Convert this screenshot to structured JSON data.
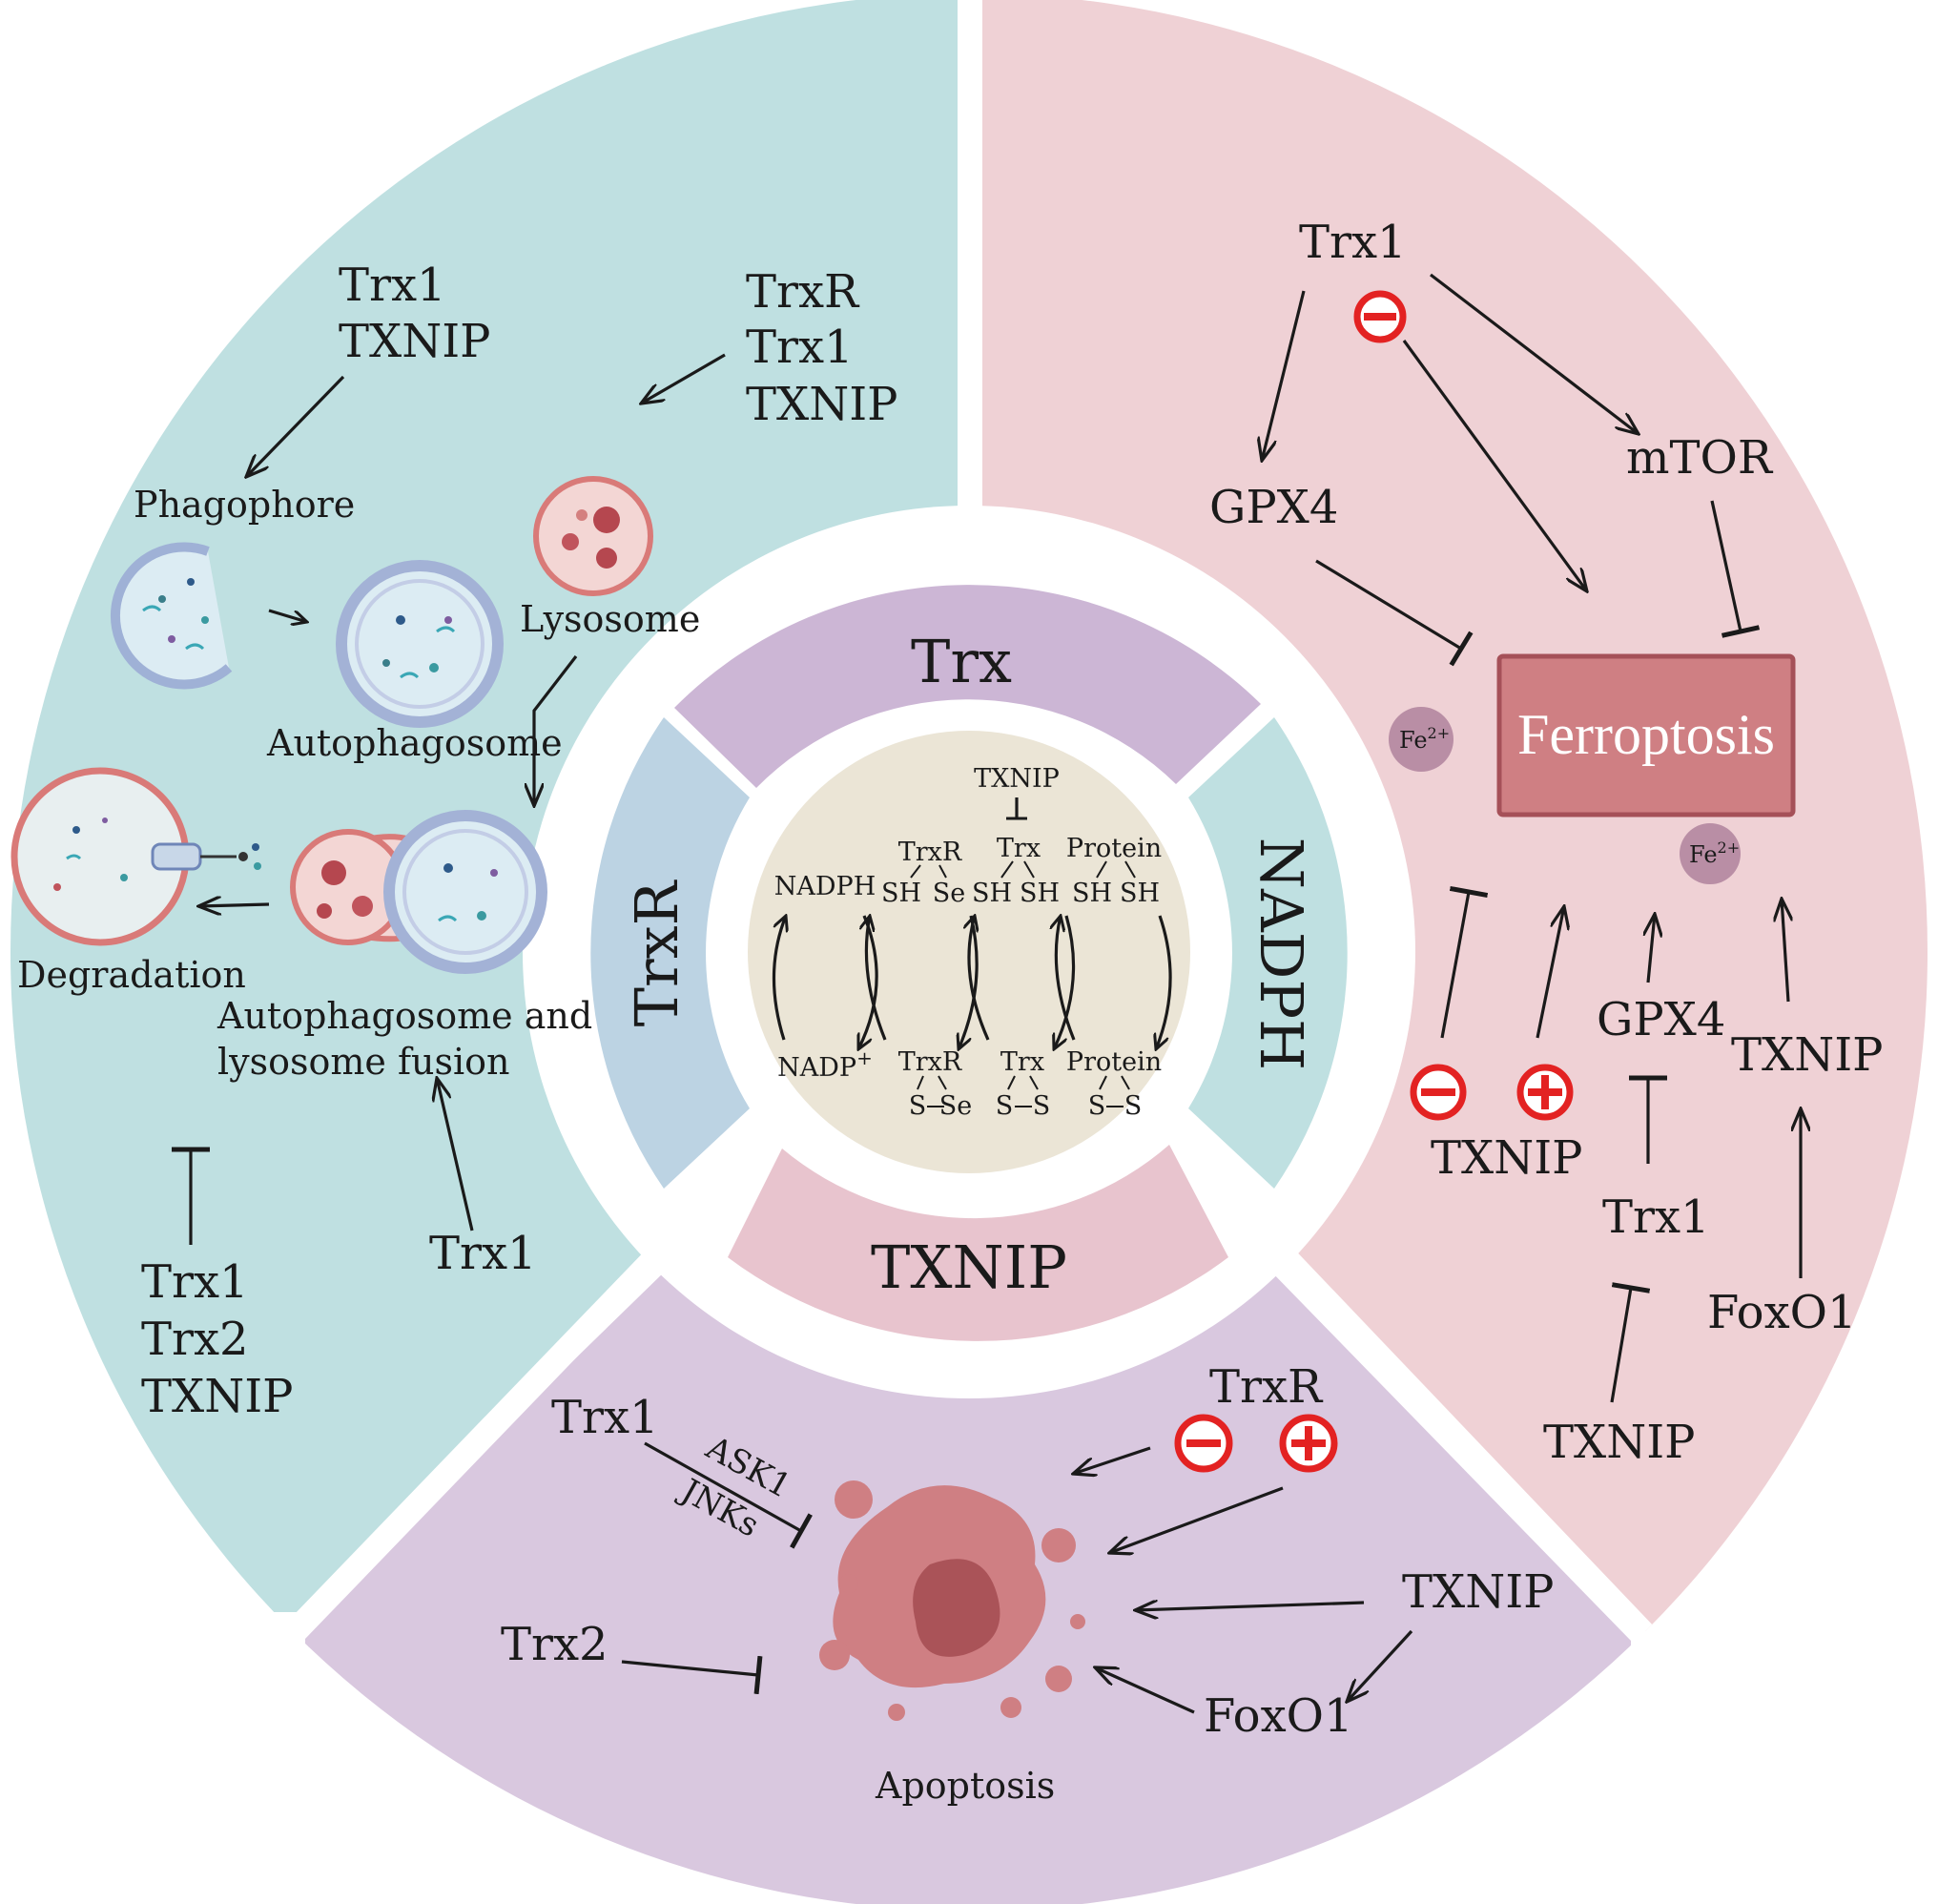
{
  "ring": {
    "trx": "Trx",
    "trxr": "TrxR",
    "nadph": "NADPH",
    "txnip": "TXNIP"
  },
  "center": {
    "txnip": "TXNIP",
    "nadph": "NADPH",
    "nadp": "NADP",
    "nadp_sup": "+",
    "trxr": "TrxR",
    "trx": "Trx",
    "protein": "Protein",
    "sh": "SH",
    "se": "Se",
    "s": "S",
    "s_se": "S",
    "se2": "Se"
  },
  "autophagy": {
    "group1": [
      "Trx1",
      "TXNIP"
    ],
    "group2": [
      "TrxR",
      "Trx1",
      "TXNIP"
    ],
    "phagophore": "Phagophore",
    "lysosome": "Lysosome",
    "autophagosome": "Autophagosome",
    "degradation": "Degradation",
    "fusion": [
      "Autophagosome and",
      "lysosome fusion"
    ],
    "inhibitors": [
      "Trx1",
      "Trx2",
      "TXNIP"
    ],
    "promoter": "Trx1"
  },
  "ferroptosis": {
    "title": "Ferroptosis",
    "trx1_top": "Trx1",
    "gpx4_top": "GPX4",
    "mtor": "mTOR",
    "fe": "Fe",
    "fe_sup": "2+",
    "txnip_mid": "TXNIP",
    "gpx4_mid": "GPX4",
    "txnip_right": "TXNIP",
    "trx1_mid": "Trx1",
    "foxo1": "FoxO1",
    "txnip_bottom": "TXNIP"
  },
  "apoptosis": {
    "title": "Apoptosis",
    "trx1": "Trx1",
    "ask1": "ASK1",
    "jnks": "JNKs",
    "trx2": "Trx2",
    "trxr": "TrxR",
    "txnip": "TXNIP",
    "foxo1": "FoxO1"
  },
  "colors": {
    "autophagy_bg": "#bfe0e1",
    "ferroptosis_bg": "#efd1d5",
    "apoptosis_bg": "#d9c8df",
    "trx_ring": "#ccb6d5",
    "trxr_ring": "#bcd3e3",
    "nadph_ring": "#bfe0e1",
    "txnip_ring": "#e8c4ce",
    "center_bg": "#ebe5d6",
    "ferroptosis_box": "#cf7f83",
    "sign_red": "#e32222"
  }
}
